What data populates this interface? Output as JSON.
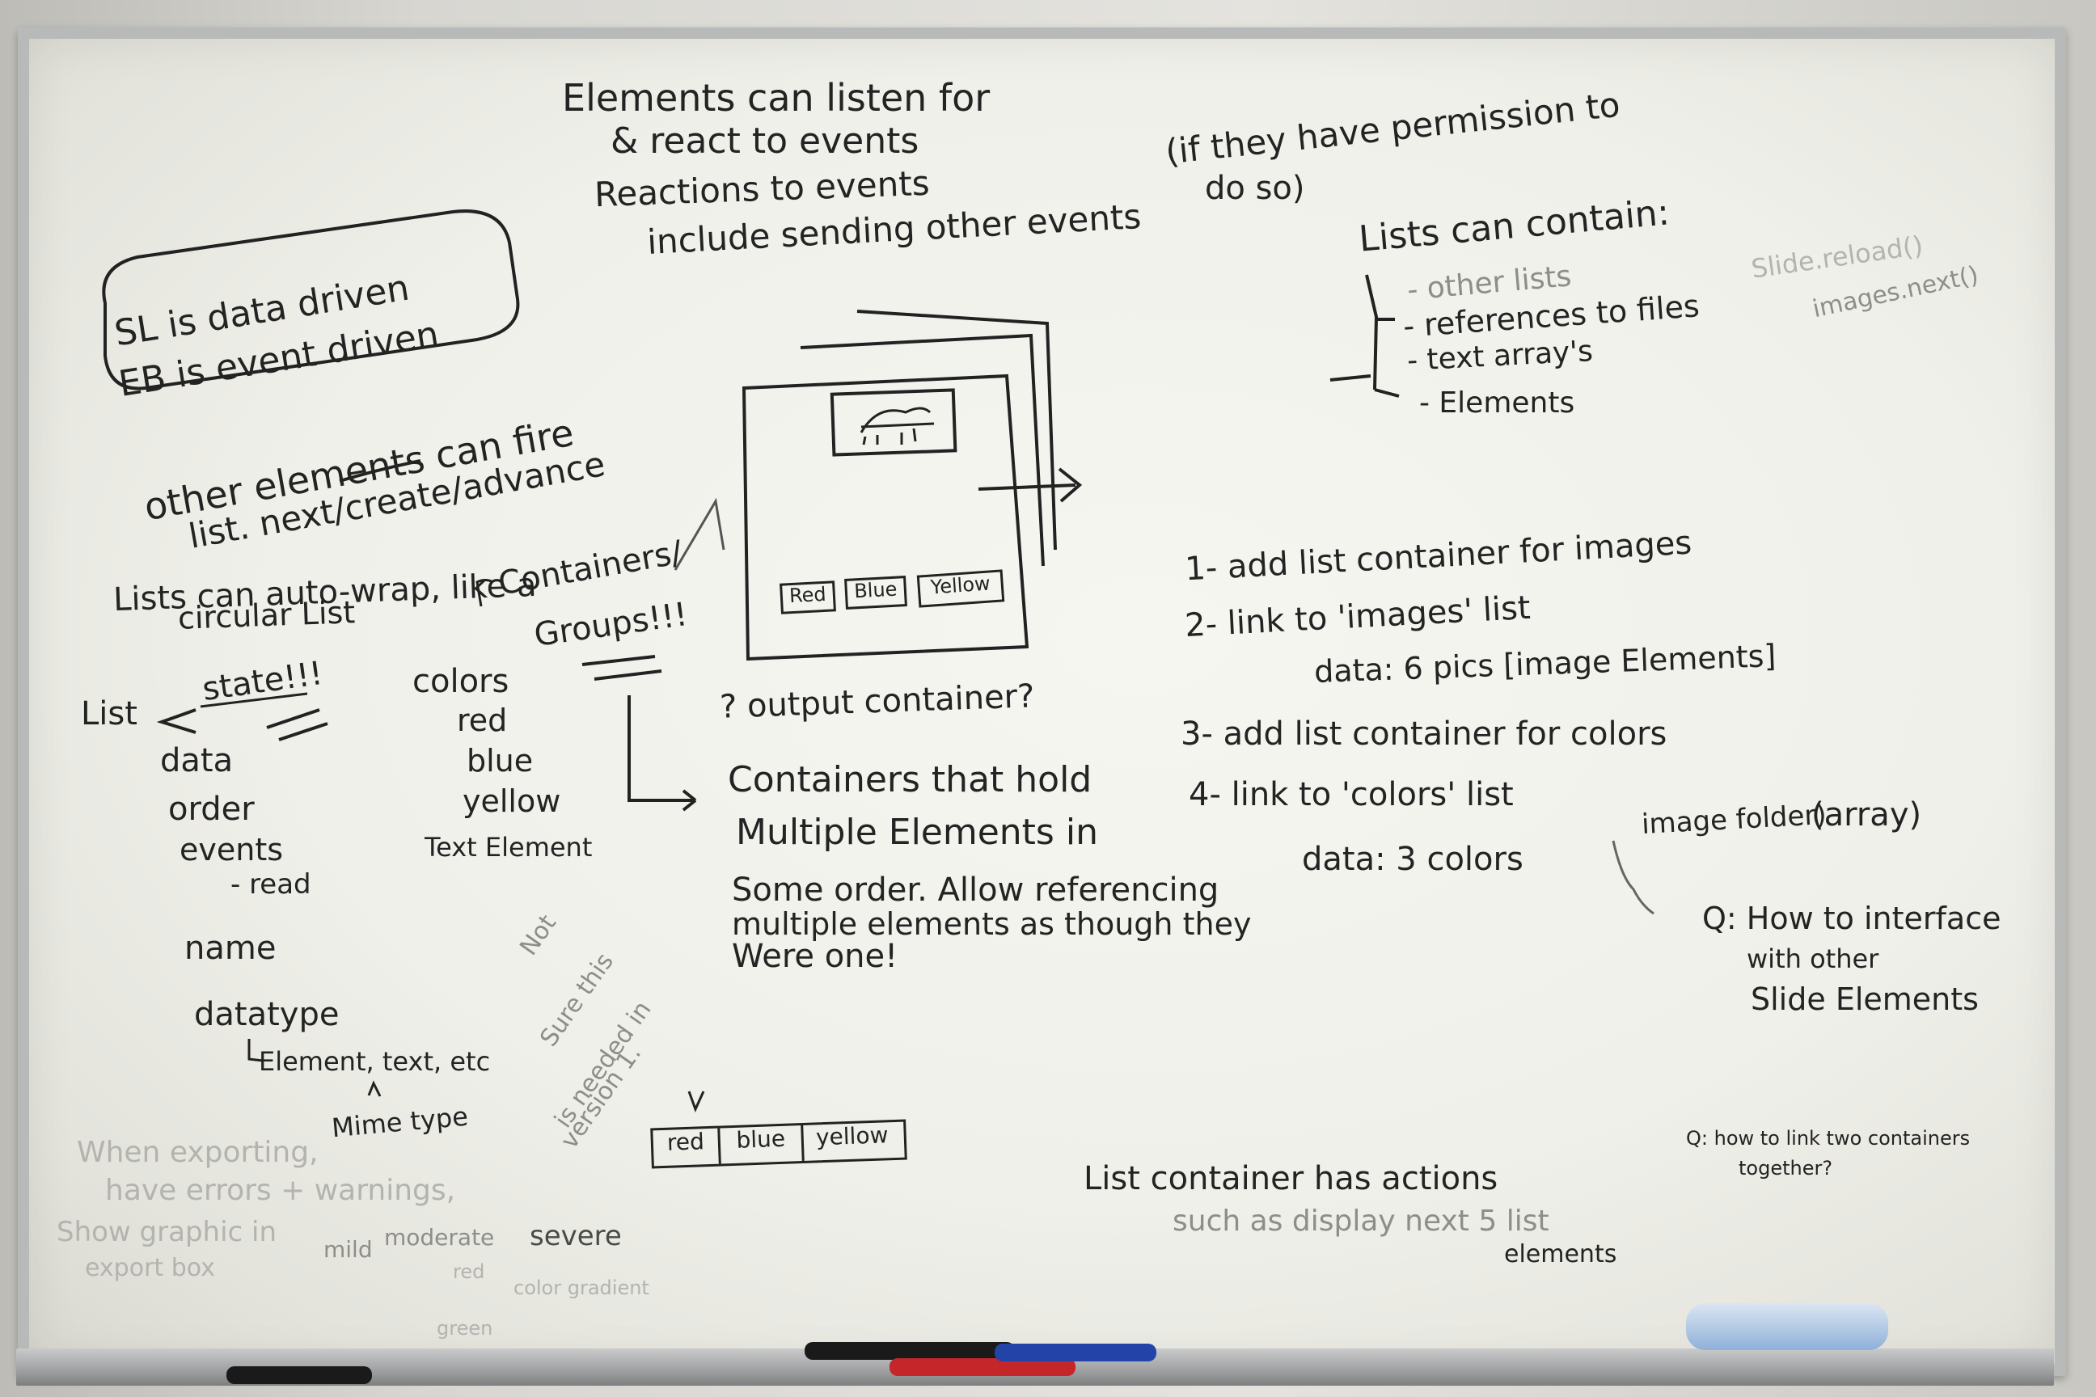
{
  "notes": {
    "elements_listen": "Elements can listen for",
    "react_to_events": "& react to events",
    "reactions": "Reactions to events",
    "include_sending": "include sending other events",
    "if_they_have": "(if they have permission to",
    "do_so": "do so)",
    "sl_data": "SL is data driven",
    "eb_event": "EB is event driven",
    "other_elements": "other elements can fire",
    "list_next": "list. next/create/advance",
    "lists_wrap": "Lists can auto-wrap, like a",
    "circular_list": "circular List",
    "containers_groups_1": "Containers/",
    "containers_groups_2": "Groups!!!",
    "list_state": "List",
    "state": "state!!!",
    "data": "data",
    "order": "order",
    "events": "events",
    "read": "- read",
    "name": "name",
    "datatype": "datatype",
    "element_text": "Element, text, etc",
    "mime_type": "Mime type",
    "colors": "colors",
    "red": "red",
    "blue": "blue",
    "yellow": "yellow",
    "text_element": "Text Element",
    "output_container": "? output container?",
    "containers_hold": "Containers that hold",
    "multiple_elements": "Multiple Elements in",
    "some_order": "Some order. Allow referencing",
    "multiple_as_though": "multiple elements as though they",
    "were_one": "Were one!",
    "not_sure_1": "Not",
    "not_sure_2": "Sure this",
    "not_sure_3": "is needed in",
    "not_sure_4": "version 1.",
    "box_red": "Red",
    "box_blue": "Blue",
    "box_yellow": "Yellow",
    "lists_contain": "Lists can contain:",
    "other_lists": "- other lists",
    "references_files": "- references to files",
    "text_arrays": "- text array's",
    "elements": "- Elements",
    "slide_reload": "Slide.reload()",
    "images_next": "images.next()",
    "step1": "1- add list container for images",
    "step2": "2- link to 'images' list",
    "step2_data": "data: 6 pics [image Elements]",
    "step3": "3- add list container for colors",
    "step4": "4- link to 'colors' list",
    "step4_data": "data: 3 colors",
    "image_folder": "image folder)",
    "array": "(array)",
    "q1_a": "Q: How to interface",
    "q1_b": "with other",
    "q1_c": "Slide Elements",
    "q2_a": "Q: how to link two containers",
    "q2_b": "together?",
    "strip_red": "red",
    "strip_blue": "blue",
    "strip_yellow": "yellow",
    "list_container_actions": "List container has actions",
    "such_as": "such as display next 5 list",
    "list_elements": "elements",
    "when_exporting": "When exporting,",
    "have_errors": "have errors + warnings,",
    "show_graphic": "Show graphic in",
    "export_box": "export box",
    "mild": "mild",
    "moderate": "moderate",
    "severe": "severe",
    "color_gradient": "color gradient",
    "sev_red": "red",
    "green": "green"
  },
  "colors": {
    "marker_red": "#c4262a",
    "marker_blue": "#2443a8",
    "marker_black": "#1a1a1a",
    "eraser_blue": "#8fb0d8"
  }
}
